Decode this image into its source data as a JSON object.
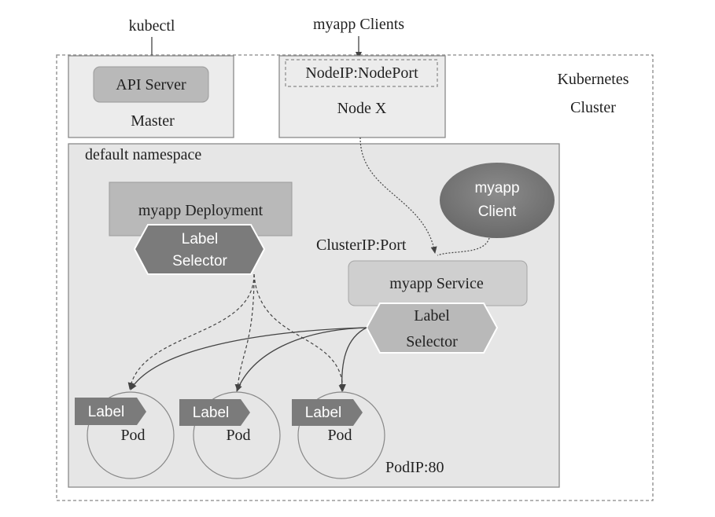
{
  "top": {
    "kubectl": "kubectl",
    "clients": "myapp Clients"
  },
  "cluster": {
    "label_line1": "Kubernetes",
    "label_line2": "Cluster"
  },
  "master": {
    "api_server": "API Server",
    "label": "Master"
  },
  "node": {
    "nodeport": "NodeIP:NodePort",
    "label": "Node X"
  },
  "namespace": {
    "label": "default namespace",
    "deployment": "myapp Deployment",
    "deployment_selector_line1": "Label",
    "deployment_selector_line2": "Selector",
    "client_line1": "myapp",
    "client_line2": "Client",
    "clusterip": "ClusterIP:Port",
    "service": "myapp Service",
    "service_selector_line1": "Label",
    "service_selector_line2": "Selector",
    "pods": [
      {
        "tag": "Label",
        "name": "Pod"
      },
      {
        "tag": "Label",
        "name": "Pod"
      },
      {
        "tag": "Label",
        "name": "Pod"
      }
    ],
    "podip": "PodIP:80"
  },
  "colors": {
    "box_fill": "#ececec",
    "box_stroke": "#8a8a8a",
    "namespace_fill": "#e6e6e6",
    "dark_gray": "#7b7b7b",
    "service_fill": "#cfcfcf",
    "hex_fill": "#b9b9b9"
  }
}
